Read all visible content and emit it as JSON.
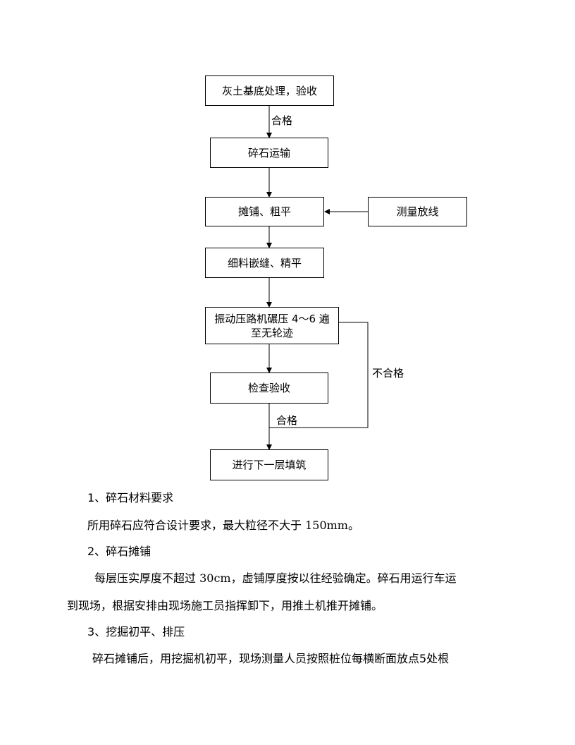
{
  "flowchart": {
    "box_base": "灰土基底处理，验收",
    "pass_label_1": "合格",
    "box_transport": "碎石运输",
    "box_spread": "摊铺、粗平",
    "box_survey": "测量放线",
    "box_fine": "细料嵌缝、精平",
    "box_compact_line1": "振动压路机碾压 4～6 遍",
    "box_compact_line2": "至无轮迹",
    "fail_label": "不合格",
    "box_inspect": "检查验收",
    "pass_label_2": "合格",
    "box_next": "进行下一层填筑"
  },
  "text": {
    "h1": "1、碎石材料要求",
    "p1": "所用碎石应符合设计要求，最大粒径不大于 150mm。",
    "h2": "2、碎石摊铺",
    "p2_line1": "每层压实厚度不超过 30cm，虚铺厚度按以往经验确定。碎石用运行车运",
    "p2_line2": "到现场，根据安排由现场施工员指挥卸下，用推土机推开摊铺。",
    "h3": "3、挖掘初平、排压",
    "p3_line1": "碎石摊铺后，用挖掘机初平，现场测量人员按照桩位每横断面放点5处根"
  }
}
